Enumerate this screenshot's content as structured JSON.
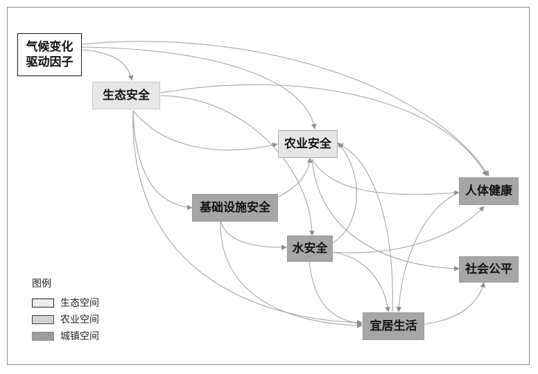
{
  "nodes": {
    "driver": {
      "line1": "气候变化",
      "line2": "驱动因子"
    },
    "eco_security": "生态安全",
    "agri_security": "农业安全",
    "infra_security": "基础设施安全",
    "water_security": "水安全",
    "health": "人体健康",
    "equity": "社会公平",
    "livable": "宜居生活"
  },
  "legend": {
    "title": "图例",
    "items": [
      {
        "label": "生态空间",
        "color": "#ececec"
      },
      {
        "label": "农业空间",
        "color": "#d2d2d2"
      },
      {
        "label": "城镇空间",
        "color": "#9c9c9c"
      }
    ]
  },
  "colors": {
    "edge": "#9a9a9a",
    "urban_fill": "#a6a6a6",
    "eco_fill": "#e7e7e7"
  }
}
